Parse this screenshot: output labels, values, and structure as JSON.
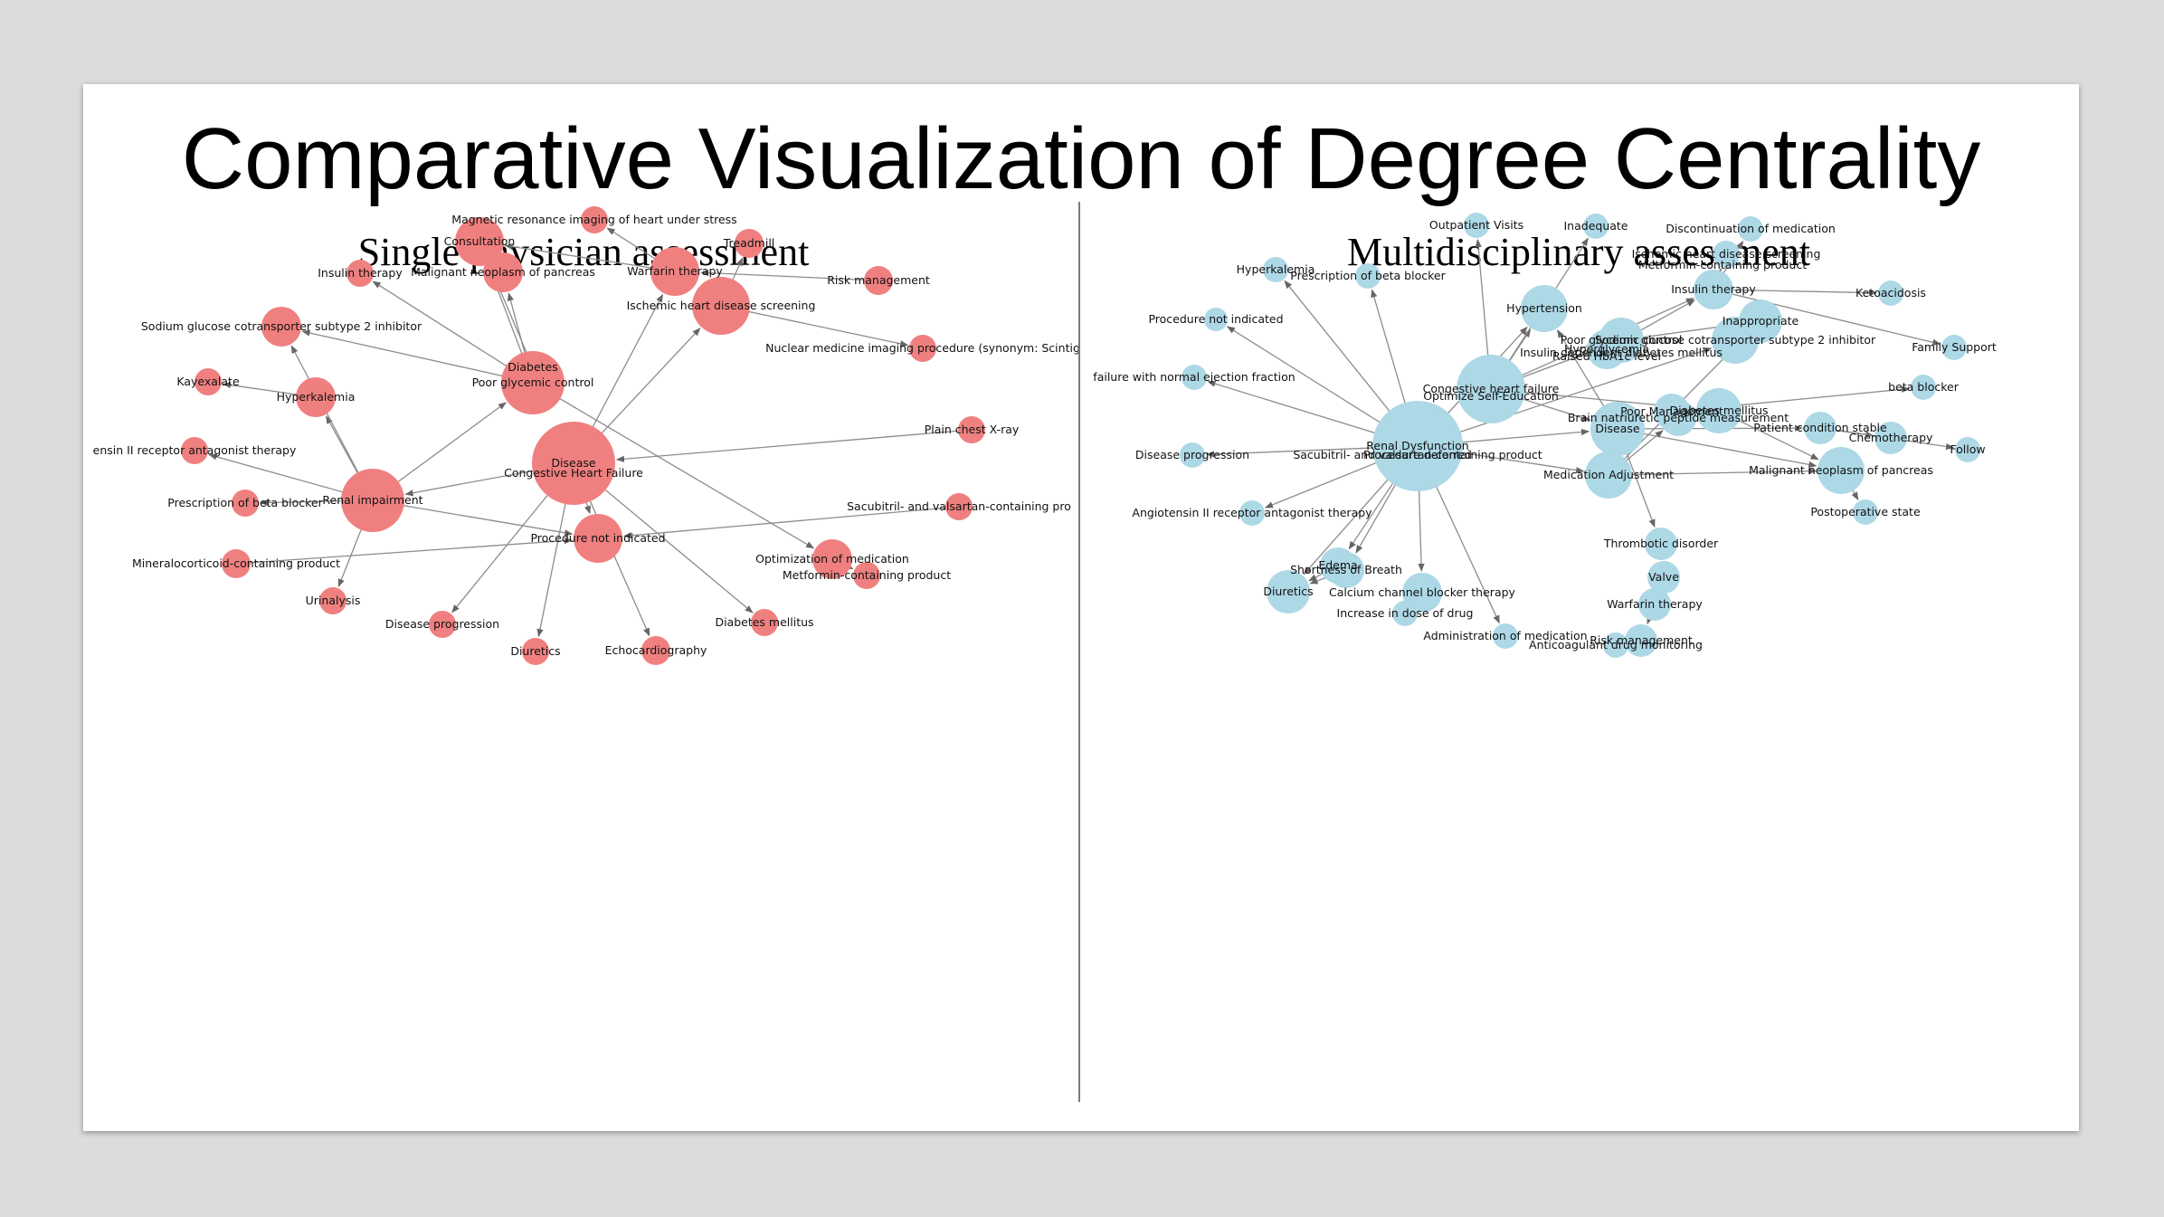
{
  "title": "Comparative Visualization of Degree Centrality",
  "left": {
    "subtitle": "Single physician assessment",
    "color": "#f08080",
    "nodes": [
      {
        "id": "disease",
        "label": "Disease",
        "r": 46
      },
      {
        "id": "chf",
        "label": "Congestive Heart Failure",
        "r": 0
      },
      {
        "id": "diabetes",
        "label": "Diabetes",
        "r": 0
      },
      {
        "id": "pgc",
        "label": "Poor glycemic control",
        "r": 35
      },
      {
        "id": "renal",
        "label": "Renal impairment",
        "r": 35
      },
      {
        "id": "consult",
        "label": "Consultation",
        "r": 27
      },
      {
        "id": "warfarin",
        "label": "Warfarin therapy",
        "r": 27
      },
      {
        "id": "ihds",
        "label": "Ischemic heart disease screening",
        "r": 32
      },
      {
        "id": "pni",
        "label": "Procedure not indicated",
        "r": 27
      },
      {
        "id": "mri",
        "label": "Magnetic resonance imaging of heart under stress",
        "r": 15
      },
      {
        "id": "treadmill",
        "label": "Treadmill",
        "r": 16
      },
      {
        "id": "insulin",
        "label": "Insulin therapy",
        "r": 15
      },
      {
        "id": "mnp",
        "label": "Malignant neoplasm of pancreas",
        "r": 22
      },
      {
        "id": "risk",
        "label": "Risk management",
        "r": 16
      },
      {
        "id": "sglt2",
        "label": "Sodium glucose cotransporter subtype 2 inhibitor",
        "r": 22
      },
      {
        "id": "nuclear",
        "label": "Nuclear medicine imaging procedure (synonym: Scintig",
        "r": 15
      },
      {
        "id": "kayex",
        "label": "Kayexalate",
        "r": 15
      },
      {
        "id": "hyperk",
        "label": "Hyperkalemia",
        "r": 22
      },
      {
        "id": "cxr",
        "label": "Plain chest X-ray",
        "r": 15
      },
      {
        "id": "arb",
        "label": "ensin II receptor antagonist therapy",
        "r": 15
      },
      {
        "id": "bb",
        "label": "Prescription of beta blocker",
        "r": 15
      },
      {
        "id": "sacub",
        "label": "Sacubitril- and valsartan-containing pro",
        "r": 15
      },
      {
        "id": "mra",
        "label": "Mineralocorticoid-containing product",
        "r": 16
      },
      {
        "id": "optim",
        "label": "Optimization of medication",
        "r": 22
      },
      {
        "id": "metformin",
        "label": "Metformin-containing product",
        "r": 15
      },
      {
        "id": "urin",
        "label": "Urinalysis",
        "r": 15
      },
      {
        "id": "dprog",
        "label": "Disease progression",
        "r": 15
      },
      {
        "id": "dm",
        "label": "Diabetes mellitus",
        "r": 15
      },
      {
        "id": "echo",
        "label": "Echocardiography",
        "r": 16
      },
      {
        "id": "diuretics",
        "label": "Diuretics",
        "r": 15
      }
    ],
    "edges": [
      [
        "disease",
        "ihds"
      ],
      [
        "disease",
        "warfarin"
      ],
      [
        "disease",
        "renal"
      ],
      [
        "disease",
        "dprog"
      ],
      [
        "disease",
        "diuretics"
      ],
      [
        "disease",
        "dm"
      ],
      [
        "disease",
        "echo"
      ],
      [
        "disease",
        "pni"
      ],
      [
        "cxr",
        "disease"
      ],
      [
        "pgc",
        "consult"
      ],
      [
        "pgc",
        "mnp"
      ],
      [
        "pgc",
        "insulin"
      ],
      [
        "pgc",
        "sglt2"
      ],
      [
        "pgc",
        "optim"
      ],
      [
        "diabetes",
        "consult"
      ],
      [
        "warfarin",
        "consult"
      ],
      [
        "warfarin",
        "mri"
      ],
      [
        "ihds",
        "treadmill"
      ],
      [
        "ihds",
        "nuclear"
      ],
      [
        "renal",
        "hyperk"
      ],
      [
        "renal",
        "arb"
      ],
      [
        "renal",
        "bb"
      ],
      [
        "renal",
        "urin"
      ],
      [
        "renal",
        "pni"
      ],
      [
        "renal",
        "sglt2"
      ],
      [
        "renal",
        "pgc"
      ],
      [
        "hyperk",
        "kayex"
      ],
      [
        "sacub",
        "pni"
      ],
      [
        "mra",
        "pni"
      ],
      [
        "optim",
        "metformin"
      ],
      [
        "risk",
        "warfarin"
      ]
    ]
  },
  "right": {
    "subtitle": "Multidisciplinary assessment",
    "color": "#add8e6",
    "nodes": [
      {
        "id": "renald",
        "label": "Renal Dysfunction",
        "r": 50
      },
      {
        "id": "pd",
        "label": "Procedure deferred",
        "r": 0
      },
      {
        "id": "sacub",
        "label": "Sacubitril- and valsartan-containing product",
        "r": 0
      },
      {
        "id": "chf",
        "label": "Congestive heart failure",
        "r": 38
      },
      {
        "id": "edu",
        "label": "Optimize Self-Education",
        "r": 0
      },
      {
        "id": "disease",
        "label": "Disease",
        "r": 30
      },
      {
        "id": "medadj",
        "label": "Medication Adjustment",
        "r": 26
      },
      {
        "id": "htn",
        "label": "Hypertension",
        "r": 26
      },
      {
        "id": "pgc",
        "label": "Poor glycemic control",
        "r": 25
      },
      {
        "id": "iddm",
        "label": "Insulin dependent diabetes mellitus",
        "r": 0
      },
      {
        "id": "hyperg",
        "label": "Hyperglycemia",
        "r": 22
      },
      {
        "id": "hba1c",
        "label": "Raised HbA1c level",
        "r": 0
      },
      {
        "id": "sglt2",
        "label": "Sodium glucose cotransporter subtype 2 inhibitor",
        "r": 26
      },
      {
        "id": "inapp",
        "label": "Inappropriate",
        "r": 24
      },
      {
        "id": "insulin",
        "label": "Insulin therapy",
        "r": 22
      },
      {
        "id": "metf",
        "label": "Metformin-containing product",
        "r": 0
      },
      {
        "id": "ihds",
        "label": "Ischemic heart disease screening",
        "r": 15
      },
      {
        "id": "discont",
        "label": "Discontinuation of medication",
        "r": 14
      },
      {
        "id": "inadq",
        "label": "Inadequate",
        "r": 14
      },
      {
        "id": "opv",
        "label": "Outpatient Visits",
        "r": 14
      },
      {
        "id": "hyperk",
        "label": "Hyperkalemia",
        "r": 14
      },
      {
        "id": "bb",
        "label": "Prescription of beta blocker",
        "r": 14
      },
      {
        "id": "pni",
        "label": "Procedure not indicated",
        "r": 13
      },
      {
        "id": "keto",
        "label": "Ketoacidosis",
        "r": 14
      },
      {
        "id": "family",
        "label": "Family Support",
        "r": 14
      },
      {
        "id": "hfnef",
        "label": "failure with normal ejection fraction",
        "r": 14
      },
      {
        "id": "poorm",
        "label": "Poor Management",
        "r": 20
      },
      {
        "id": "dm",
        "label": "Diabetes mellitus",
        "r": 25
      },
      {
        "id": "bnp",
        "label": "Brain natriuretic peptide measurement",
        "r": 20
      },
      {
        "id": "betab",
        "label": "beta blocker",
        "r": 14
      },
      {
        "id": "pcs",
        "label": "Patient condition stable",
        "r": 18
      },
      {
        "id": "chemo",
        "label": "Chemotherapy",
        "r": 18
      },
      {
        "id": "follow",
        "label": "Follow",
        "r": 14
      },
      {
        "id": "mnp",
        "label": "Malignant neoplasm of pancreas",
        "r": 26
      },
      {
        "id": "dprog",
        "label": "Disease progression",
        "r": 14
      },
      {
        "id": "postop",
        "label": "Postoperative state",
        "r": 14
      },
      {
        "id": "arb",
        "label": "Angiotensin II receptor antagonist therapy",
        "r": 14
      },
      {
        "id": "thromb",
        "label": "Thrombotic disorder",
        "r": 18
      },
      {
        "id": "edema",
        "label": "Edema",
        "r": 20
      },
      {
        "id": "sob",
        "label": "Shortness of Breath",
        "r": 20
      },
      {
        "id": "diur",
        "label": "Diuretics",
        "r": 24
      },
      {
        "id": "ccb",
        "label": "Calcium channel blocker therapy",
        "r": 22
      },
      {
        "id": "valve",
        "label": "Valve",
        "r": 18
      },
      {
        "id": "incdose",
        "label": "Increase in dose of drug",
        "r": 14
      },
      {
        "id": "warf",
        "label": "Warfarin therapy",
        "r": 18
      },
      {
        "id": "adminmed",
        "label": "Administration of medication",
        "r": 14
      },
      {
        "id": "riskm",
        "label": "Risk management",
        "r": 18
      },
      {
        "id": "acmon",
        "label": "Anticoagulant drug monitoring",
        "r": 14
      }
    ],
    "edges": [
      [
        "renald",
        "hyperk"
      ],
      [
        "renald",
        "bb"
      ],
      [
        "renald",
        "pni"
      ],
      [
        "renald",
        "dprog"
      ],
      [
        "renald",
        "arb"
      ],
      [
        "renald",
        "edema"
      ],
      [
        "renald",
        "sob"
      ],
      [
        "renald",
        "diur"
      ],
      [
        "renald",
        "ccb"
      ],
      [
        "renald",
        "adminmed"
      ],
      [
        "renald",
        "htn"
      ],
      [
        "renald",
        "medadj"
      ],
      [
        "renald",
        "hfnef"
      ],
      [
        "renald",
        "sglt2"
      ],
      [
        "renald",
        "disease"
      ],
      [
        "chf",
        "htn"
      ],
      [
        "chf",
        "pgc"
      ],
      [
        "chf",
        "opv"
      ],
      [
        "chf",
        "inadq"
      ],
      [
        "chf",
        "insulin"
      ],
      [
        "chf",
        "dm"
      ],
      [
        "chf",
        "disease"
      ],
      [
        "disease",
        "thromb"
      ],
      [
        "disease",
        "mnp"
      ],
      [
        "disease",
        "pcs"
      ],
      [
        "disease",
        "htn"
      ],
      [
        "medadj",
        "inapp"
      ],
      [
        "medadj",
        "mnp"
      ],
      [
        "medadj",
        "bnp"
      ],
      [
        "thromb",
        "valve"
      ],
      [
        "valve",
        "warf"
      ],
      [
        "warf",
        "riskm"
      ],
      [
        "insulin",
        "discont"
      ],
      [
        "insulin",
        "keto"
      ],
      [
        "insulin",
        "family"
      ],
      [
        "insulin",
        "ihds"
      ],
      [
        "pcs",
        "chemo"
      ],
      [
        "pcs",
        "follow"
      ],
      [
        "mnp",
        "postop"
      ],
      [
        "poorm",
        "betab"
      ],
      [
        "ccb",
        "incdose"
      ],
      [
        "edema",
        "diur"
      ],
      [
        "sob",
        "diur"
      ],
      [
        "pgc",
        "inapp"
      ],
      [
        "hyperg",
        "insulin"
      ],
      [
        "dm",
        "mnp"
      ]
    ]
  }
}
